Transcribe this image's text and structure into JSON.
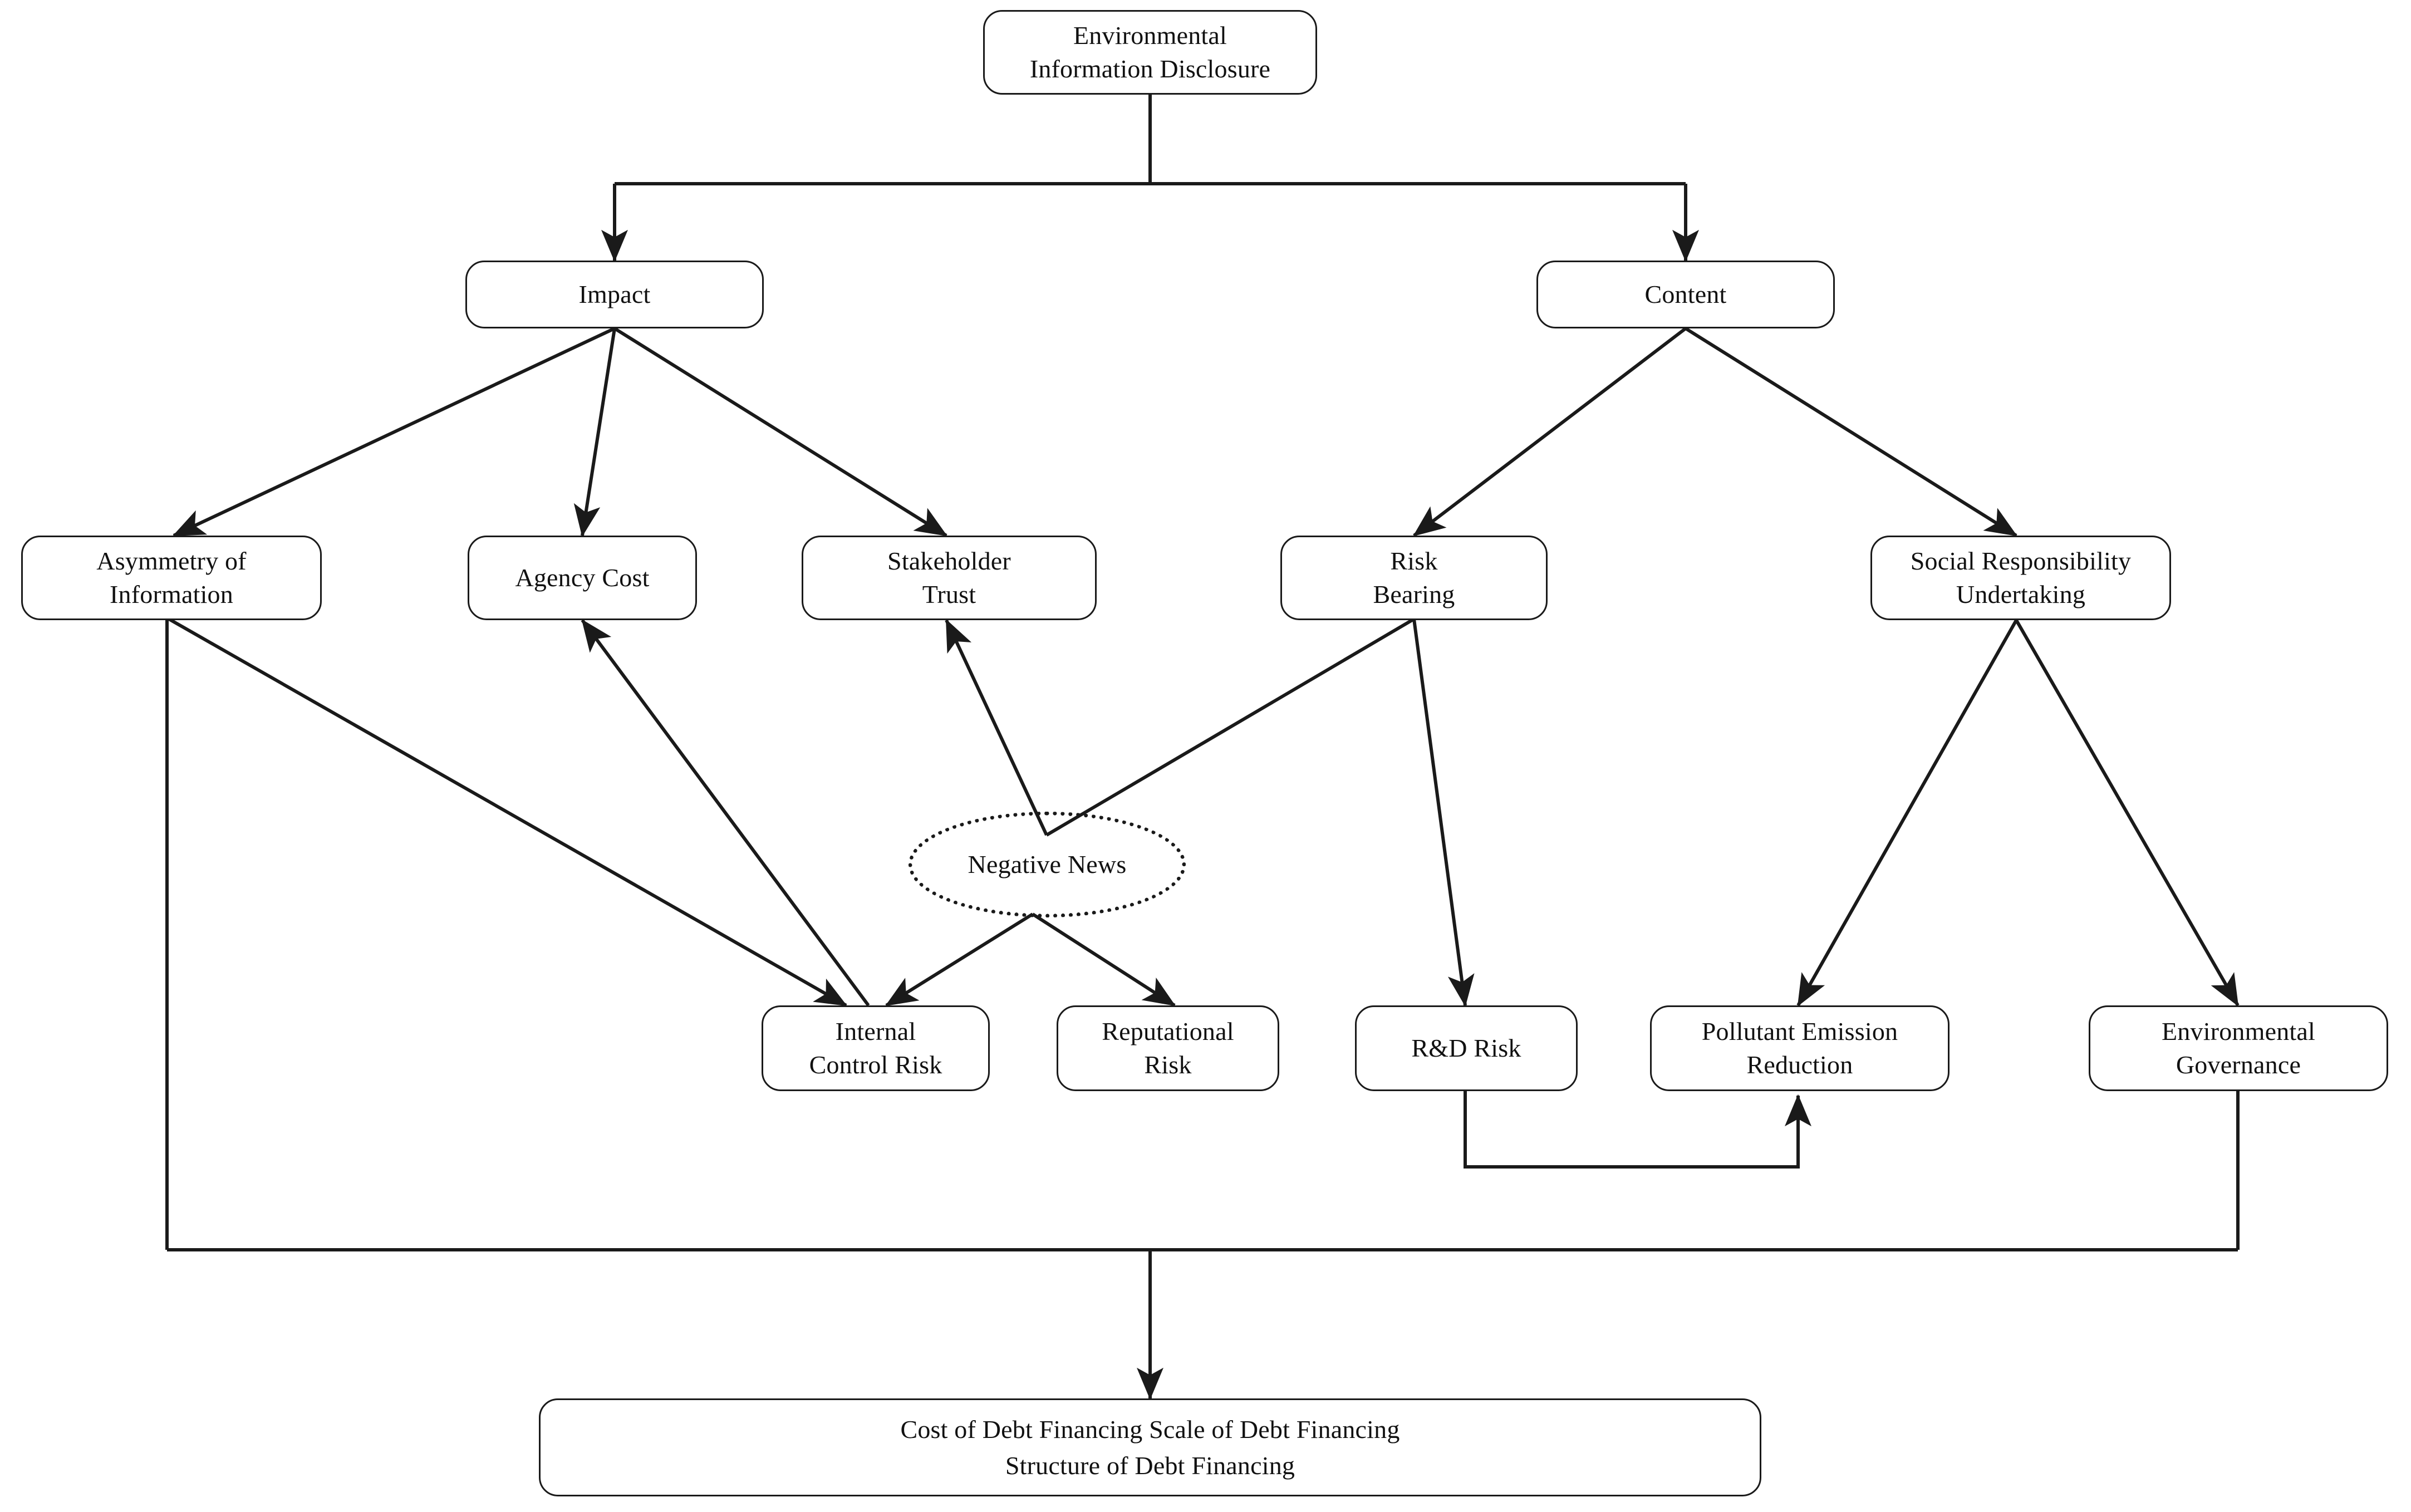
{
  "diagram": {
    "title": "Environmental Information Disclosure Framework",
    "background_color": "#ffffff",
    "line_color": "#1a1a1a",
    "text_color": "#111111"
  },
  "nodes": {
    "root": {
      "label": "Environmental\nInformation Disclosure",
      "shape": "rounded-rect"
    },
    "impact": {
      "label": "Impact",
      "shape": "rounded-rect"
    },
    "content": {
      "label": "Content",
      "shape": "rounded-rect"
    },
    "asymmetry": {
      "label": "Asymmetry of\nInformation",
      "shape": "rounded-rect"
    },
    "agency_cost": {
      "label": "Agency Cost",
      "shape": "rounded-rect"
    },
    "stakeholder_trust": {
      "label": "Stakeholder\nTrust",
      "shape": "rounded-rect"
    },
    "risk_bearing": {
      "label": "Risk\nBearing",
      "shape": "rounded-rect"
    },
    "social_responsibility": {
      "label": "Social Responsibility\nUndertaking",
      "shape": "rounded-rect"
    },
    "negative_news": {
      "label": "Negative News",
      "shape": "dotted-ellipse"
    },
    "internal_control_risk": {
      "label": "Internal\nControl Risk",
      "shape": "rounded-rect"
    },
    "reputational_risk": {
      "label": "Reputational\nRisk",
      "shape": "rounded-rect"
    },
    "rd_risk": {
      "label": "R&D Risk",
      "shape": "rounded-rect"
    },
    "pollutant_emission": {
      "label": "Pollutant Emission\nReduction",
      "shape": "rounded-rect"
    },
    "environmental_governance": {
      "label": "Environmental\nGovernance",
      "shape": "rounded-rect"
    },
    "outcome": {
      "label": "Cost of Debt Financing  Scale of Debt Financing\nStructure of Debt Financing",
      "shape": "rounded-rect"
    }
  },
  "edges": [
    {
      "from": "root",
      "to": "impact",
      "style": "orthogonal",
      "arrow": true
    },
    {
      "from": "root",
      "to": "content",
      "style": "orthogonal",
      "arrow": true
    },
    {
      "from": "impact",
      "to": "asymmetry",
      "style": "straight",
      "arrow": true
    },
    {
      "from": "impact",
      "to": "agency_cost",
      "style": "straight",
      "arrow": true
    },
    {
      "from": "impact",
      "to": "stakeholder_trust",
      "style": "straight",
      "arrow": true
    },
    {
      "from": "content",
      "to": "risk_bearing",
      "style": "straight",
      "arrow": true
    },
    {
      "from": "content",
      "to": "social_responsibility",
      "style": "straight",
      "arrow": true
    },
    {
      "from": "asymmetry",
      "to": "internal_control_risk",
      "style": "straight",
      "arrow": true
    },
    {
      "from": "internal_control_risk",
      "to": "agency_cost",
      "style": "straight",
      "arrow": true
    },
    {
      "from": "negative_news",
      "to": "stakeholder_trust",
      "style": "straight",
      "arrow": true
    },
    {
      "from": "risk_bearing",
      "to": "negative_news",
      "style": "straight",
      "arrow": false
    },
    {
      "from": "negative_news",
      "to": "internal_control_risk",
      "style": "straight",
      "arrow": true
    },
    {
      "from": "negative_news",
      "to": "reputational_risk",
      "style": "straight",
      "arrow": true
    },
    {
      "from": "risk_bearing",
      "to": "rd_risk",
      "style": "straight",
      "arrow": true
    },
    {
      "from": "rd_risk",
      "to": "pollutant_emission",
      "style": "orthogonal",
      "arrow": true
    },
    {
      "from": "social_responsibility",
      "to": "pollutant_emission",
      "style": "straight",
      "arrow": true
    },
    {
      "from": "social_responsibility",
      "to": "environmental_governance",
      "style": "straight",
      "arrow": true
    },
    {
      "from": "asymmetry",
      "to": "outcome",
      "style": "orthogonal-bus",
      "arrow": true
    },
    {
      "from": "environmental_governance",
      "to": "outcome",
      "style": "orthogonal-bus",
      "arrow": true
    }
  ]
}
